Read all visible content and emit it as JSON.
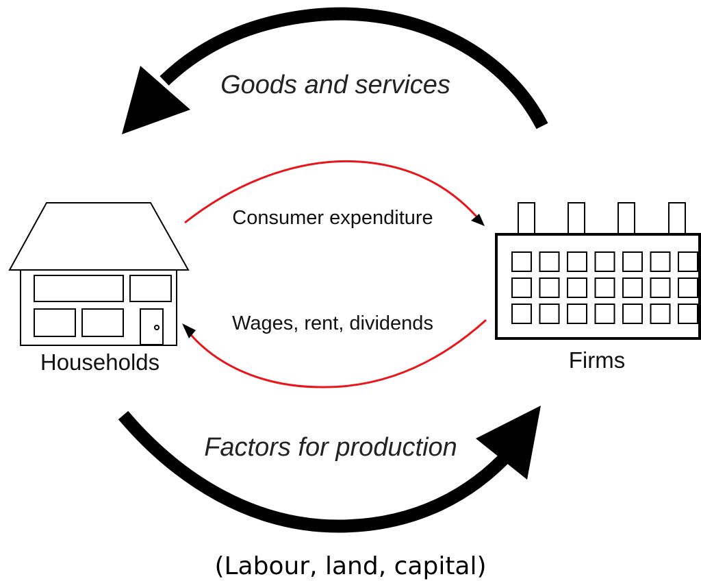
{
  "diagram": {
    "households_label": "Households",
    "firms_label": "Firms",
    "goods_label": "Goods and services",
    "expenditure_label": "Consumer expenditure",
    "wages_label": "Wages, rent, dividends",
    "factors_label": "Factors for production",
    "factors_note": "(Labour, land, capital)"
  },
  "colors": {
    "money_flow": "#e8161b",
    "real_flow": "#000000"
  }
}
